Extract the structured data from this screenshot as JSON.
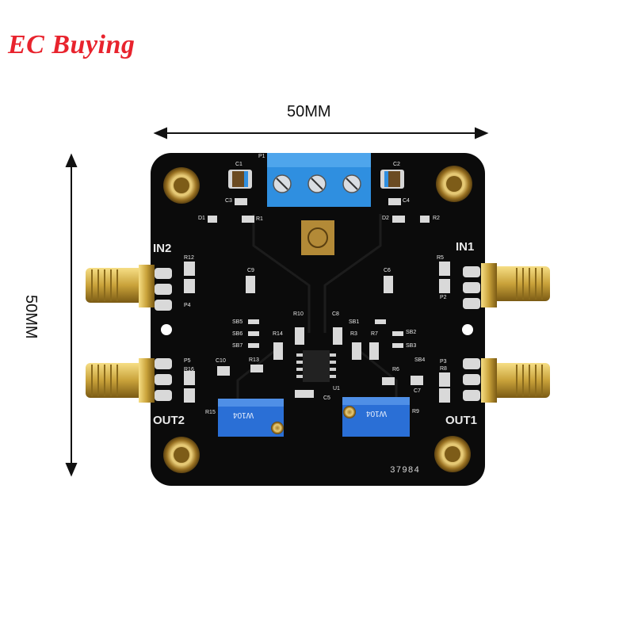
{
  "brand": "EC Buying",
  "dimensions": {
    "width": "50MM",
    "height": "50MM"
  },
  "board": {
    "ports": {
      "in1": "IN1",
      "in2": "IN2",
      "out1": "OUT1",
      "out2": "OUT2"
    },
    "serial": "37984",
    "silkscreen": [
      "C1",
      "C2",
      "C3",
      "C4",
      "D1",
      "D2",
      "R1",
      "R2",
      "P1",
      "P2",
      "P3",
      "P4",
      "P5",
      "R5",
      "R12",
      "R16",
      "R8",
      "C9",
      "C6",
      "R10",
      "C8",
      "SB1",
      "SB2",
      "SB3",
      "SB4",
      "SB5",
      "SB6",
      "SB7",
      "R14",
      "R13",
      "R3",
      "R7",
      "R6",
      "C10",
      "C5",
      "C7",
      "U1",
      "R15",
      "R9"
    ],
    "potentiometer_marking": "W104",
    "colors": {
      "pcb": "#0b0b0b",
      "terminal": "#2f8fe0",
      "trimmer": "#2a6fd6",
      "gold": "#c9a23a"
    }
  }
}
